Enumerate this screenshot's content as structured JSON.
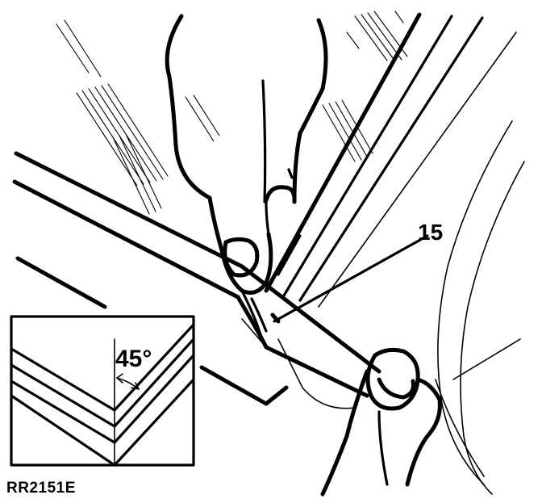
{
  "diagram": {
    "callout_label": "15",
    "inset_angle_label": "45°",
    "reference_code": "RR2151E"
  },
  "colors": {
    "ink": "#000000",
    "paper": "#ffffff"
  }
}
